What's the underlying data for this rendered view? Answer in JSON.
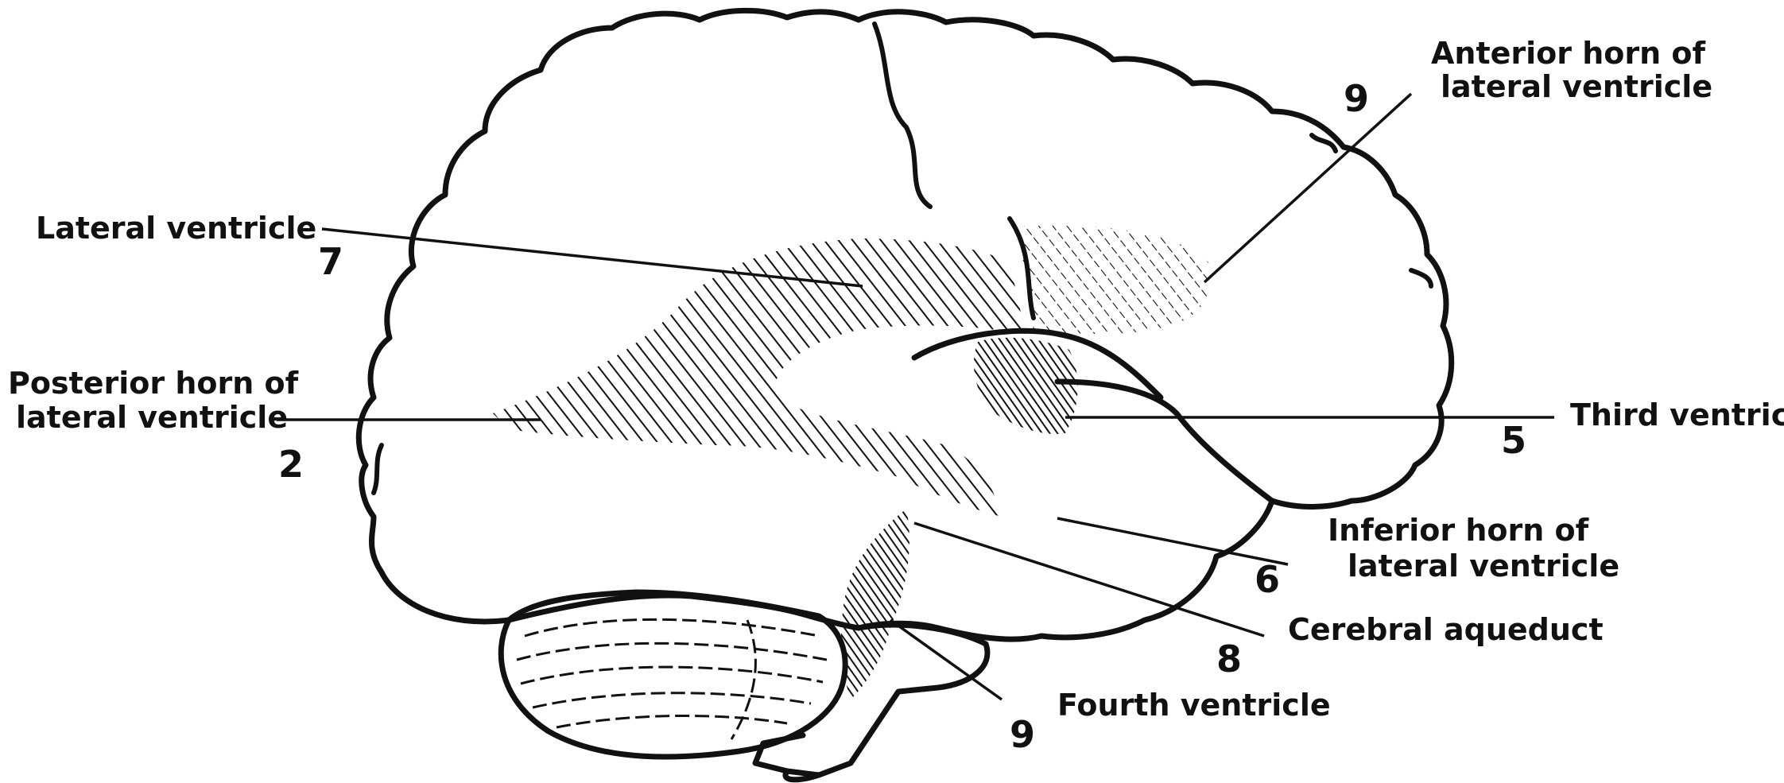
{
  "title": "",
  "labels": {
    "lateral_ventricle": "Lateral ventricle",
    "posterior_horn_line1": "Posterior  horn of",
    "posterior_horn_line2": "lateral ventricle",
    "anterior_horn_line1": "Anterior horn of",
    "anterior_horn_line2": "lateral ventricle",
    "third_ventricle": "Third ventricle",
    "inferior_horn_line1": "Inferior horn of",
    "inferior_horn_line2": "lateral ventricle",
    "cerebral_aqueduct": "Cerebral aqueduct",
    "fourth_ventricle": "Fourth ventricle"
  },
  "numbers": {
    "lateral_ventricle": "7",
    "posterior_horn": "2",
    "anterior_horn": "9",
    "third_ventricle": "5",
    "inferior_horn": "6",
    "cerebral_aqueduct": "8",
    "fourth_ventricle": "9"
  },
  "colors": {
    "ink": "#111111",
    "background": "#ffffff"
  }
}
